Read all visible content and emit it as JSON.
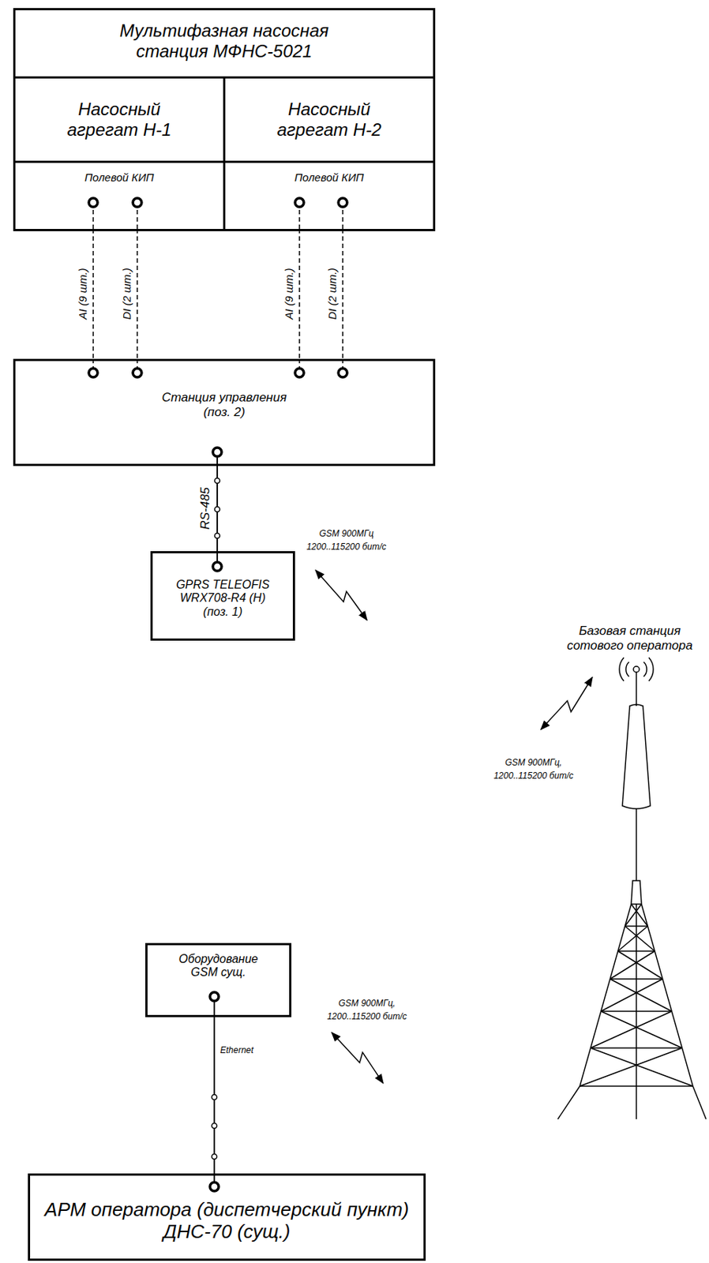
{
  "diagram": {
    "nodes": [
      {
        "text": [
          "Мультифазная насосная станция МФНС-5021"
        ]
      },
      {
        "text": [
          "Насосный агрегат Н-1",
          "Полевой КИП"
        ],
        "in": 0
      },
      {
        "text": [
          "Насосный агрегат Н-2",
          "Полевой КИП"
        ],
        "in": 0
      },
      {
        "text": [
          "Станция управления (поз. 2)"
        ]
      },
      {
        "text": [
          "GPRS TELEOFIS WRX708-R4 (Н) (поз. 1)"
        ]
      },
      {
        "text": [
          "Базовая станция сотового оператора"
        ]
      },
      {
        "text": [
          "Оборудование GSM сущ."
        ]
      },
      {
        "text": [
          "АРМ оператора (диспетчерский пункт) ДНС-70 (сущ.)"
        ]
      }
    ],
    "edges": [
      {
        "from": 1,
        "to": 3,
        "label": "AI (9 шт.)",
        "arrow": "none"
      },
      {
        "from": 1,
        "to": 3,
        "label": "DI (2 шт.)",
        "arrow": "none"
      },
      {
        "from": 2,
        "to": 3,
        "label": "AI (9 шт.)",
        "arrow": "none"
      },
      {
        "from": 2,
        "to": 3,
        "label": "DI (2 шт.)",
        "arrow": "none"
      },
      {
        "from": 3,
        "to": 4,
        "label": "RS-485",
        "arrow": "none"
      },
      {
        "from": 6,
        "to": 7,
        "label": "Ethernet",
        "arrow": "none"
      }
    ],
    "labels": [
      "GSM 900МГц 1200..115200 бит/с",
      "GSM 900МГц, 1200..115200 бит/с",
      "GSM 900МГц, 1200..115200 бит/с"
    ]
  }
}
